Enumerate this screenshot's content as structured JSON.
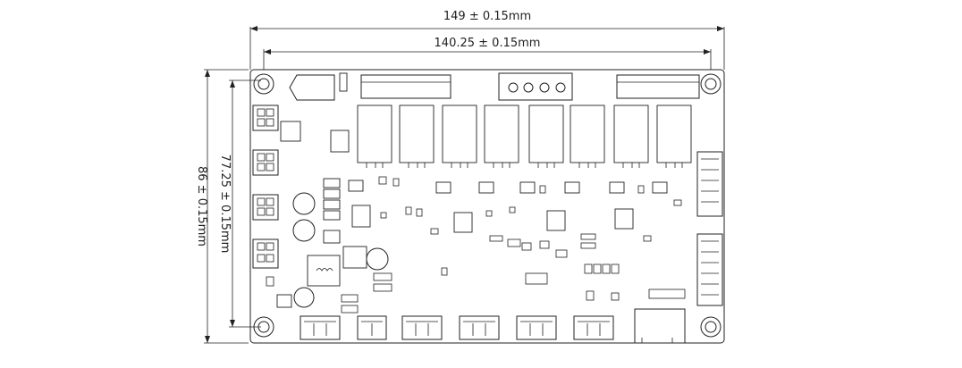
{
  "dimensions": {
    "overall_width": "149 ± 0.15mm",
    "hole_pitch_width": "140.25 ± 0.15mm",
    "overall_height": "86 ± 0.15mm",
    "hole_pitch_height": "77.25 ± 0.15mm"
  },
  "colors": {
    "line": "#222222",
    "background": "#ffffff"
  },
  "icons": {
    "mounting_hole": "circle-with-ring",
    "relay": "rectangular-relay-body",
    "terminal_block": "screw-terminal",
    "coil": "inductor-symbol"
  }
}
